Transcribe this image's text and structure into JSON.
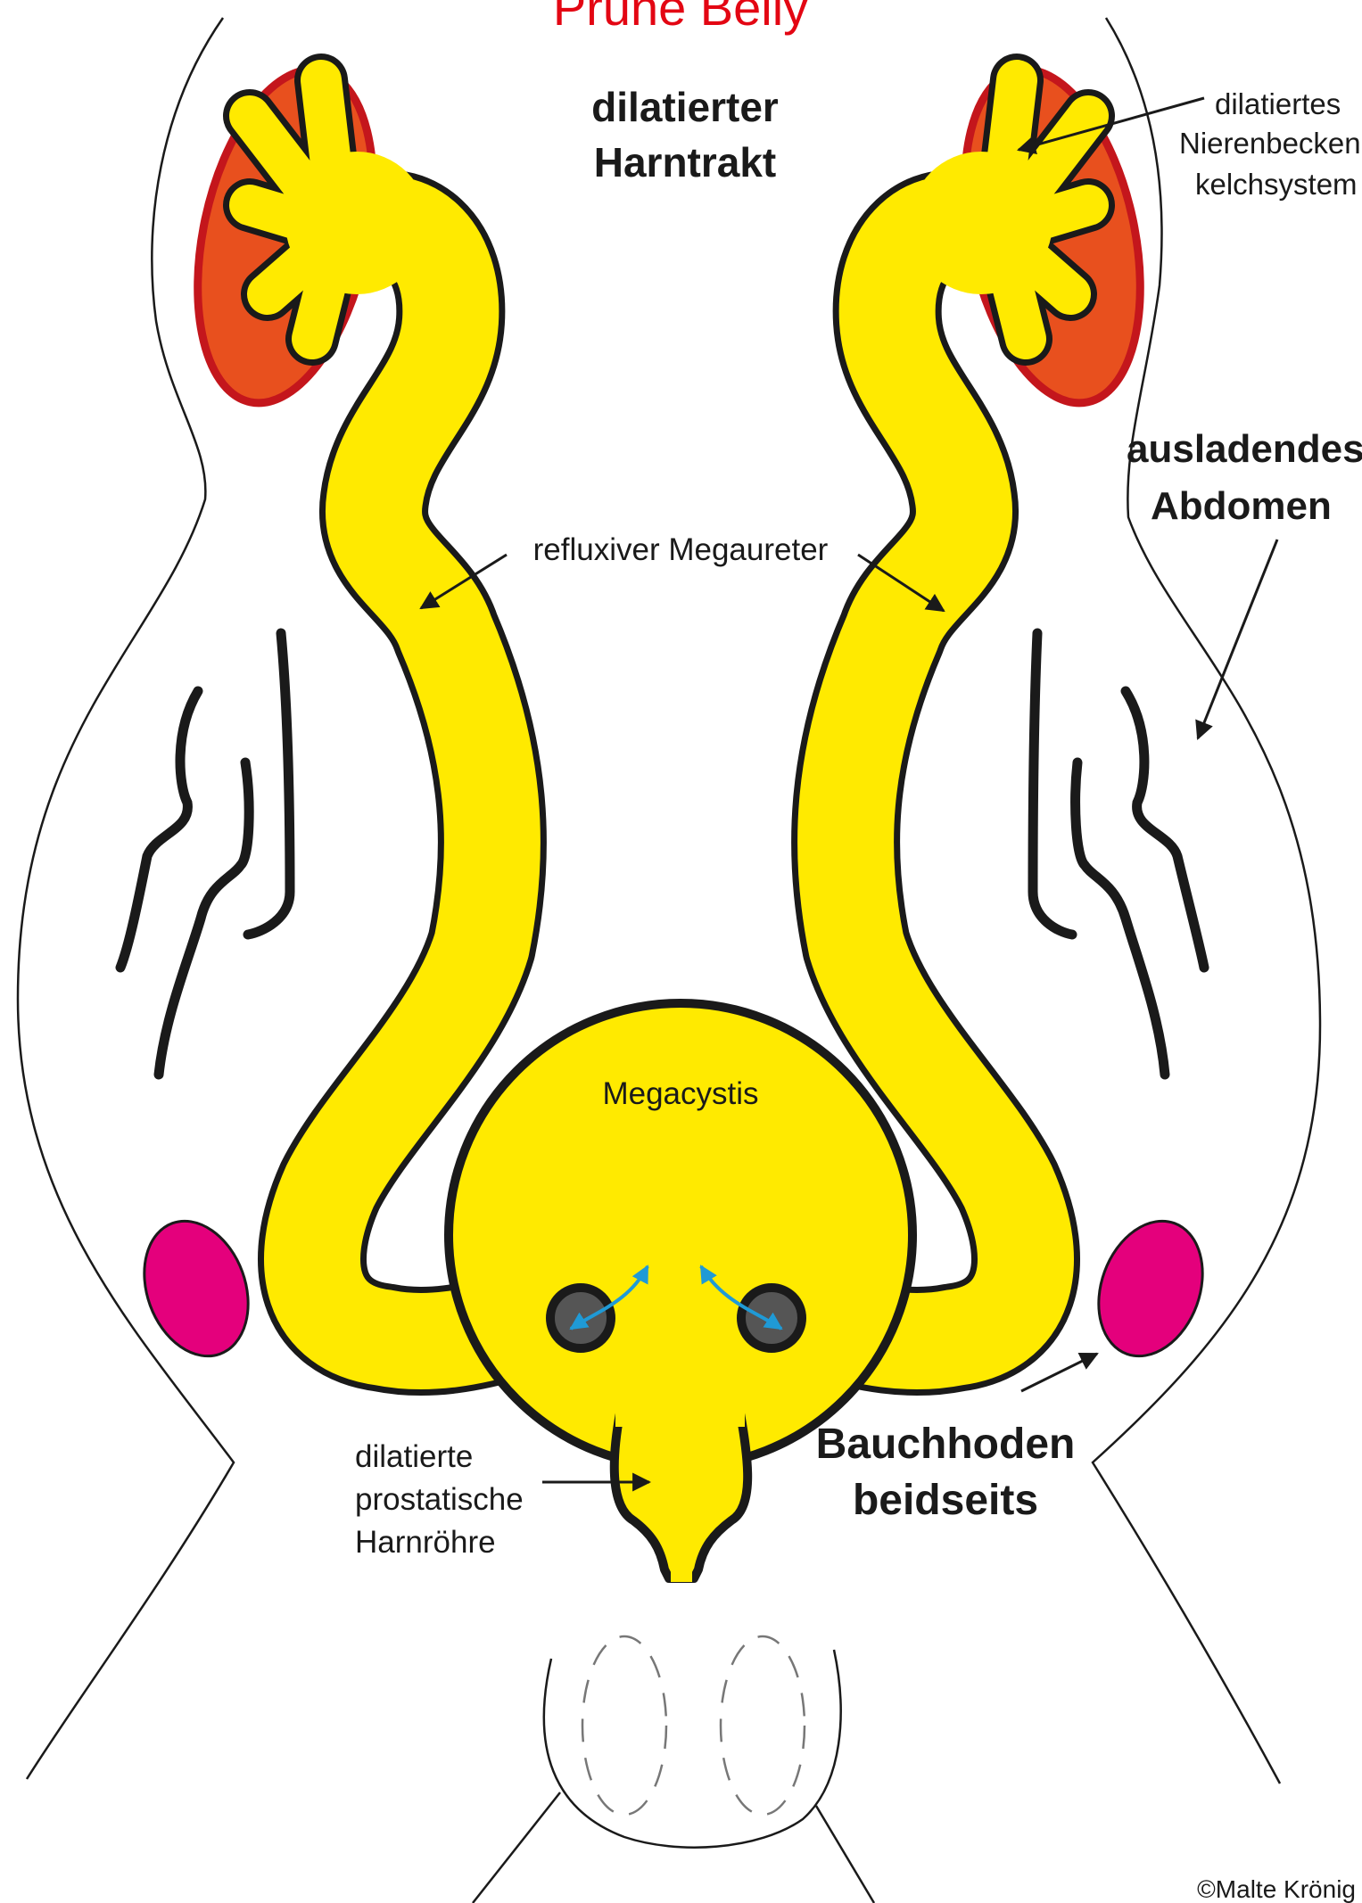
{
  "title": "Prune Belly",
  "labels": {
    "harntrakt_line1": "dilatierter",
    "harntrakt_line2": "Harntrakt",
    "nbks_line1": "dilatiertes",
    "nbks_line2": "Nierenbecken-",
    "nbks_line3": "kelchsystem",
    "abdomen_line1": "ausladendes",
    "abdomen_line2": "Abdomen",
    "megaureter": "refluxiver Megaureter",
    "megacystis": "Megacystis",
    "urethra_line1": "dilatierte",
    "urethra_line2": "prostatische",
    "urethra_line3": "Harnröhre",
    "testes_line1": "Bauchhoden",
    "testes_line2": "beidseits",
    "copyright": "©Malte Krönig"
  },
  "colors": {
    "urinary_tract": "#ffea00",
    "kidney_fill": "#e8501e",
    "kidney_border": "#c4161c",
    "testis": "#e4007c",
    "title": "#e30613",
    "reflux_arrow": "#1f9ad6",
    "outline": "#1a1a1a",
    "ostium": "#555555"
  }
}
